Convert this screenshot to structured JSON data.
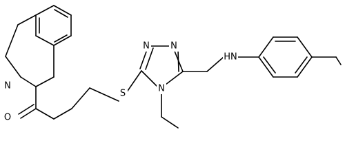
{
  "molecule": {
    "atoms": {
      "n_quinoline": "N",
      "o_carbonyl": "O",
      "s_thioether": "S",
      "n_triazole_3": "N",
      "n_triazole_2": "N",
      "n_triazole_4": "N",
      "nh_amine": "HN"
    },
    "colors": {
      "bond": "#000000",
      "text": "#000000",
      "background": "#ffffff"
    }
  }
}
